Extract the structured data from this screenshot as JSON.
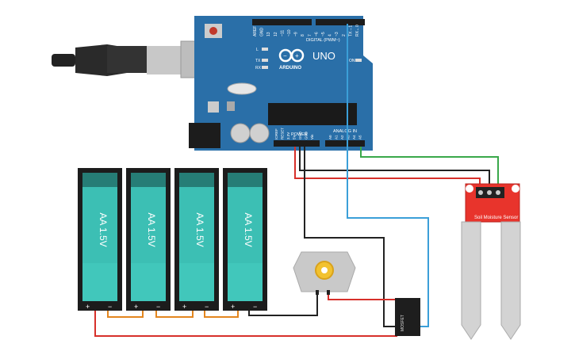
{
  "arduino": {
    "brand": "ARDUINO",
    "model": "UNO",
    "header_digital": "DIGITAL (PWM~)",
    "header_power": "POWER",
    "header_analog": "ANALOG IN",
    "top_pins": [
      "AREF",
      "GND",
      "13",
      "12",
      "~11",
      "~10",
      "~9",
      "8",
      "7",
      "~6",
      "~5",
      "4",
      "~3",
      "2",
      "TX→1",
      "RX←0"
    ],
    "power_pins": [
      "IOREF",
      "RESET",
      "3.3V",
      "5V",
      "GND",
      "GND",
      "Vin"
    ],
    "analog_pins": [
      "A0",
      "A1",
      "A2",
      "A3",
      "A4",
      "A5"
    ],
    "led_labels": [
      "L",
      "TX",
      "RX",
      "ON"
    ],
    "board_color": "#2a6fa8"
  },
  "batteries": {
    "cells": [
      {
        "label": "AA 1.5V"
      },
      {
        "label": "AA 1.5V"
      },
      {
        "label": "AA 1.5V"
      },
      {
        "label": "AA 1.5V"
      }
    ],
    "plus": "+",
    "minus": "−",
    "color": "#3cbfb4"
  },
  "sensor": {
    "label": "Soil Moisture Sensor",
    "color": "#e8342c"
  },
  "relay": {
    "label": "MOSFET"
  },
  "wires": {
    "red": "#d7302a",
    "black": "#222222",
    "green": "#3aa84a",
    "blue": "#3b9fd8",
    "orange": "#e3861f"
  }
}
